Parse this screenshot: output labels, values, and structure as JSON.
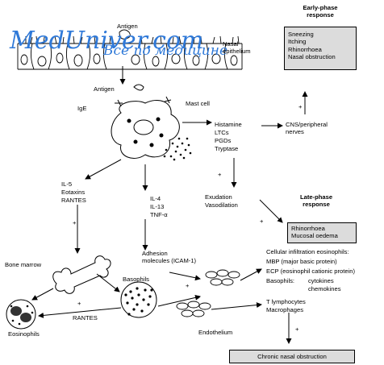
{
  "watermark": {
    "line1": "MedUniver.com",
    "line2": "Все по медицине"
  },
  "top": {
    "antigen_top": "Antigen",
    "nasal_epithelium": "Nasal\nepithelium"
  },
  "early_phase": {
    "title": "Early-phase\nresponse",
    "items": [
      "Sneezing",
      "Itching",
      "Rhinorrhoea",
      "Nasal obstruction"
    ]
  },
  "mast": {
    "antigen": "Antigen",
    "ige": "IgE",
    "mast_cell": "Mast cell"
  },
  "mediators": [
    "Histamine",
    "LTCs",
    "PGDs",
    "Tryptase"
  ],
  "cns": "CNS/peripheral\nnerves",
  "plus": "+",
  "eos_factors": [
    "IL-5",
    "Eotaxins",
    "RANTES"
  ],
  "cytokines": [
    "IL-4",
    "IL-13",
    "TNF-α"
  ],
  "exudation": [
    "Exudation",
    "Vasodilation"
  ],
  "late_phase": {
    "title": "Late-phase\nresponse",
    "items": [
      "Rhinorrhoea",
      "Mucosal oedema"
    ]
  },
  "adhesion": "Adhesion\nmolecules (ICAM-1)",
  "infiltration": {
    "lines": [
      "Cellular infiltration eosinophils:",
      "MBP (major basic protein)",
      "ECP (eosinophil cationic protein)"
    ],
    "basophils_label": "Basophils:",
    "basophils_items": [
      "cytokines",
      "chemokines"
    ]
  },
  "bone_marrow": "Bone marrow",
  "basophils": "Basophils",
  "rantes_low": "RANTES",
  "eosinophils": "Eosinophils",
  "endothelium": "Endothelium",
  "t_cells": [
    "T lymphocytes",
    "Macrophages"
  ],
  "chronic": "Chronic nasal obstruction"
}
